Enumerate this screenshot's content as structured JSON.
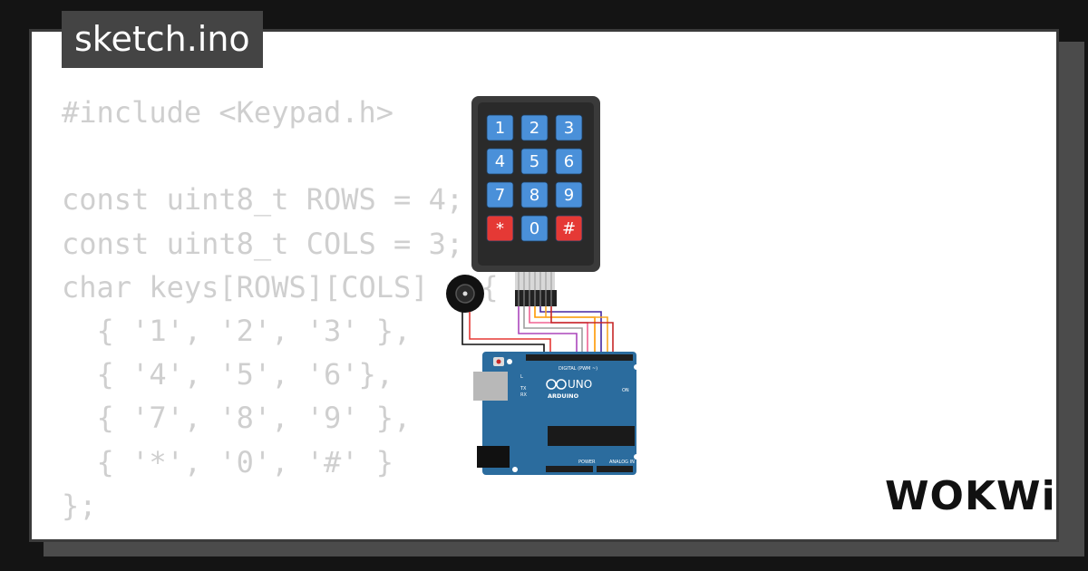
{
  "file_tab": {
    "label": "sketch.ino"
  },
  "code_lines": [
    "#include <Keypad.h>",
    "",
    "const uint8_t ROWS = 4;",
    "const uint8_t COLS = 3;",
    "char keys[ROWS][COLS] = {",
    "  { '1', '2', '3' },",
    "  { '4', '5', '6'},",
    "  { '7', '8', '9' },",
    "  { '*', '0', '#' }",
    "};"
  ],
  "keypad": {
    "keys": [
      "1",
      "2",
      "3",
      "4",
      "5",
      "6",
      "7",
      "8",
      "9",
      "*",
      "0",
      "#"
    ],
    "key_color": "#4a90d9",
    "special_key_color": "#e53935"
  },
  "arduino": {
    "model_label": "UNO",
    "brand_label": "ARDUINO",
    "on_label": "ON",
    "tx_label": "TX",
    "rx_label": "RX",
    "l_label": "L",
    "digital_label": "DIGITAL (PWM ~)",
    "power_label": "POWER",
    "analog_label": "ANALOG IN",
    "board_color": "#2b6c9e"
  },
  "brand": {
    "logo_text": "WOKWi"
  }
}
